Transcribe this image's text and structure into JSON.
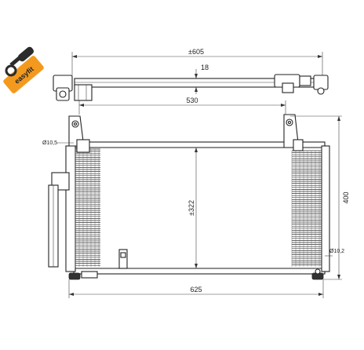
{
  "logo": {
    "brand_text": "easyfit",
    "colors": {
      "orange": "#f39a1e",
      "dark": "#2b2b2b"
    }
  },
  "dimensions": {
    "overall_width_top": "±605",
    "depth": "18",
    "mount_spacing": "530",
    "core_height": "±322",
    "total_height": "400",
    "bottom_width": "625",
    "hole_left": "Ø10,5",
    "hole_right": "Ø10,2"
  }
}
